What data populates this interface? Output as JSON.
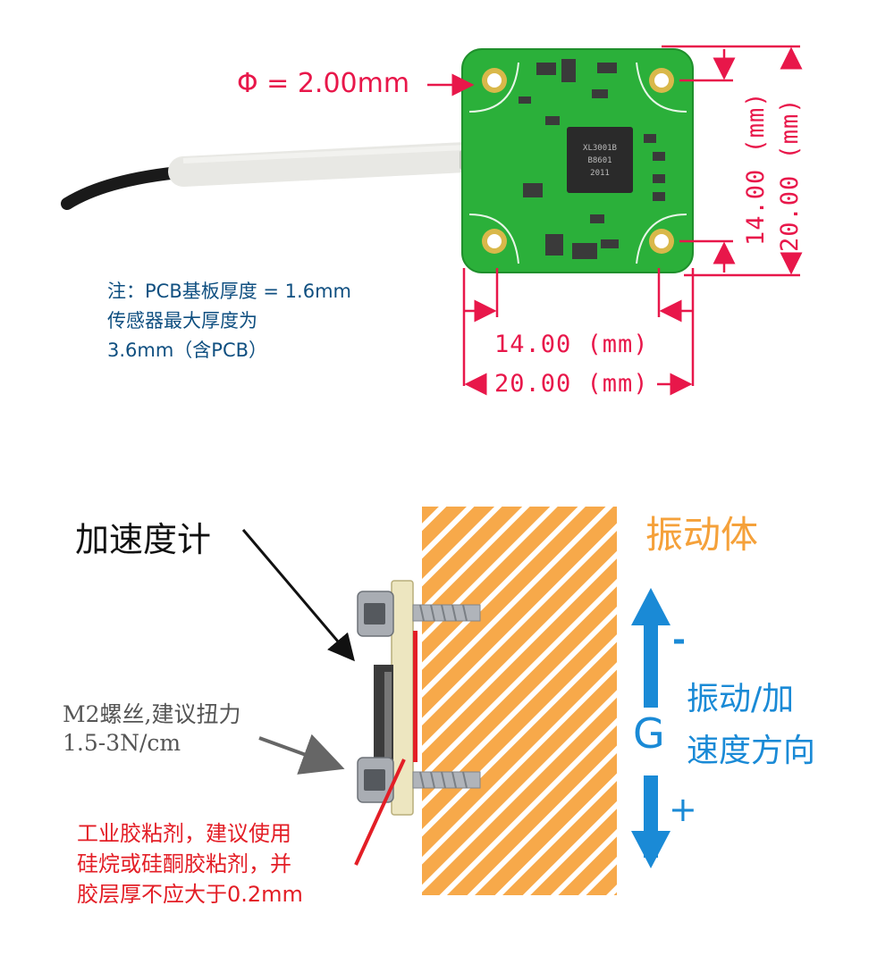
{
  "top": {
    "hole_diameter_label": "Φ = 2.00mm",
    "note_lines": [
      "注：PCB基板厚度 = 1.6mm",
      "传感器最大厚度为",
      "3.6mm（含PCB）"
    ],
    "dim_inner_h": "14.00 (mm)",
    "dim_outer_h": "20.00 (mm)",
    "dim_inner_v": "14.00 (mm)",
    "dim_outer_v": "20.00 (mm)",
    "chip_text": [
      "XL3001B",
      "B8601",
      "2011"
    ]
  },
  "bottom": {
    "accelerometer_label": "加速度计",
    "vibrating_body_label": "振动体",
    "screw_label_lines": [
      "M2螺丝,建议扭力",
      "1.5-3N/cm"
    ],
    "adhesive_lines": [
      "工业胶粘剂，建议使用",
      "硅烷或硅酮胶粘剂，并",
      "胶层厚不应大于0.2mm"
    ],
    "direction_label_lines": [
      "振动/加",
      "速度方向"
    ],
    "g_symbol": "G",
    "minus_sign": "-",
    "plus_sign": "+"
  },
  "colors": {
    "dimension": "#e8174a",
    "note": "#0f4f80",
    "adhesive": "#e31e26",
    "vibrating_body": "#f5a13a",
    "direction": "#1a8ad6",
    "pcb": "#2bb03a"
  }
}
